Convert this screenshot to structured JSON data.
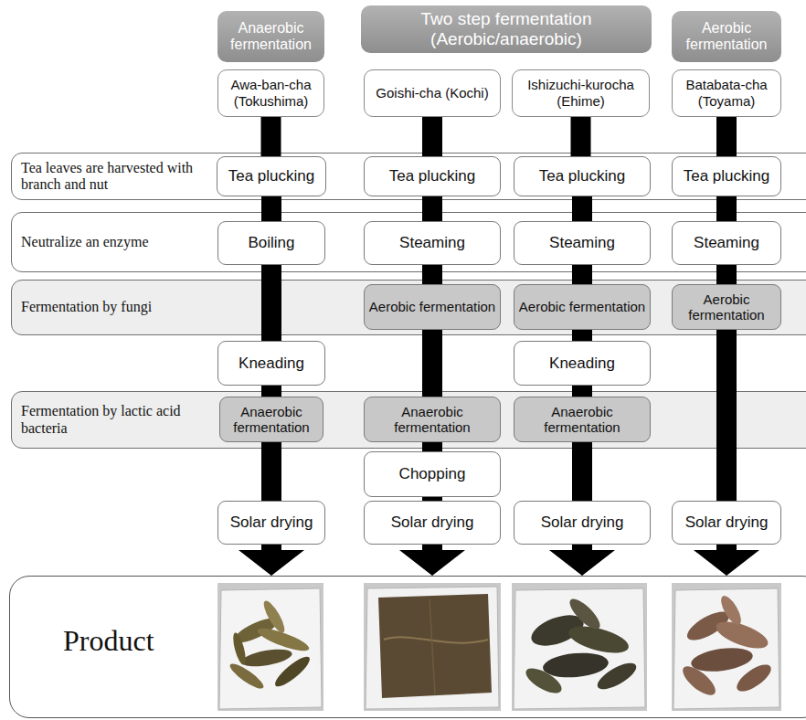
{
  "diagram": {
    "nodes": [
      {
        "text": [
          "Anaerobic fermentation"
        ]
      },
      {
        "text": [
          "Two step fermentation (Aerobic/anaerobic)"
        ]
      },
      {
        "text": [
          "Aerobic fermentation"
        ]
      },
      {
        "text": [
          "Awa-ban-cha (Tokushima)"
        ]
      },
      {
        "text": [
          "Goishi-cha (Kochi)"
        ]
      },
      {
        "text": [
          "Ishizuchi-kurocha (Ehime)"
        ]
      },
      {
        "text": [
          "Batabata-cha (Toyama)"
        ]
      },
      {
        "text": [
          "Tea leaves are harvested with branch and nut"
        ]
      },
      {
        "text": [
          "Tea plucking"
        ],
        "in": 7
      },
      {
        "text": [
          "Tea plucking"
        ],
        "in": 7
      },
      {
        "text": [
          "Tea plucking"
        ],
        "in": 7
      },
      {
        "text": [
          "Tea plucking"
        ],
        "in": 7
      },
      {
        "text": [
          "Neutralize an enzyme"
        ]
      },
      {
        "text": [
          "Boiling"
        ],
        "in": 12
      },
      {
        "text": [
          "Steaming"
        ],
        "in": 12
      },
      {
        "text": [
          "Steaming"
        ],
        "in": 12
      },
      {
        "text": [
          "Steaming"
        ],
        "in": 12
      },
      {
        "text": [
          "Fermentation by fungi"
        ]
      },
      {
        "text": [
          "Aerobic fermentation"
        ],
        "in": 17
      },
      {
        "text": [
          "Aerobic fermentation"
        ],
        "in": 17
      },
      {
        "text": [
          "Aerobic fermentation"
        ],
        "in": 17
      },
      {
        "text": [
          "Kneading"
        ]
      },
      {
        "text": [
          "Kneading"
        ]
      },
      {
        "text": [
          "Fermentation by lactic acid bacteria"
        ]
      },
      {
        "text": [
          "Anaerobic fermentation"
        ],
        "in": 23
      },
      {
        "text": [
          "Anaerobic fermentation"
        ],
        "in": 23
      },
      {
        "text": [
          "Anaerobic fermentation"
        ],
        "in": 23
      },
      {
        "text": [
          "Chopping"
        ]
      },
      {
        "text": [
          "Solar drying"
        ]
      },
      {
        "text": [
          "Solar drying"
        ]
      },
      {
        "text": [
          "Solar drying"
        ]
      },
      {
        "text": [
          "Solar drying"
        ]
      },
      {
        "text": [
          "Product"
        ]
      }
    ],
    "edges": [
      {
        "from": 3,
        "to": 8,
        "arrow": "none"
      },
      {
        "from": 8,
        "to": 13,
        "arrow": "none"
      },
      {
        "from": 13,
        "to": 21,
        "arrow": "none"
      },
      {
        "from": 21,
        "to": 24,
        "arrow": "none"
      },
      {
        "from": 24,
        "to": 28,
        "arrow": "none"
      },
      {
        "from": 28,
        "to": 32,
        "arrow": "to"
      },
      {
        "from": 4,
        "to": 9,
        "arrow": "none"
      },
      {
        "from": 9,
        "to": 14,
        "arrow": "none"
      },
      {
        "from": 14,
        "to": 18,
        "arrow": "none"
      },
      {
        "from": 18,
        "to": 25,
        "arrow": "none"
      },
      {
        "from": 25,
        "to": 27,
        "arrow": "none"
      },
      {
        "from": 27,
        "to": 29,
        "arrow": "none"
      },
      {
        "from": 29,
        "to": 32,
        "arrow": "to"
      },
      {
        "from": 5,
        "to": 10,
        "arrow": "none"
      },
      {
        "from": 10,
        "to": 15,
        "arrow": "none"
      },
      {
        "from": 15,
        "to": 19,
        "arrow": "none"
      },
      {
        "from": 19,
        "to": 22,
        "arrow": "none"
      },
      {
        "from": 22,
        "to": 26,
        "arrow": "none"
      },
      {
        "from": 26,
        "to": 30,
        "arrow": "none"
      },
      {
        "from": 30,
        "to": 32,
        "arrow": "to"
      },
      {
        "from": 6,
        "to": 11,
        "arrow": "none"
      },
      {
        "from": 11,
        "to": 16,
        "arrow": "none"
      },
      {
        "from": 16,
        "to": 20,
        "arrow": "none"
      },
      {
        "from": 20,
        "to": 31,
        "arrow": "none"
      },
      {
        "from": 31,
        "to": 32,
        "arrow": "to"
      }
    ]
  }
}
